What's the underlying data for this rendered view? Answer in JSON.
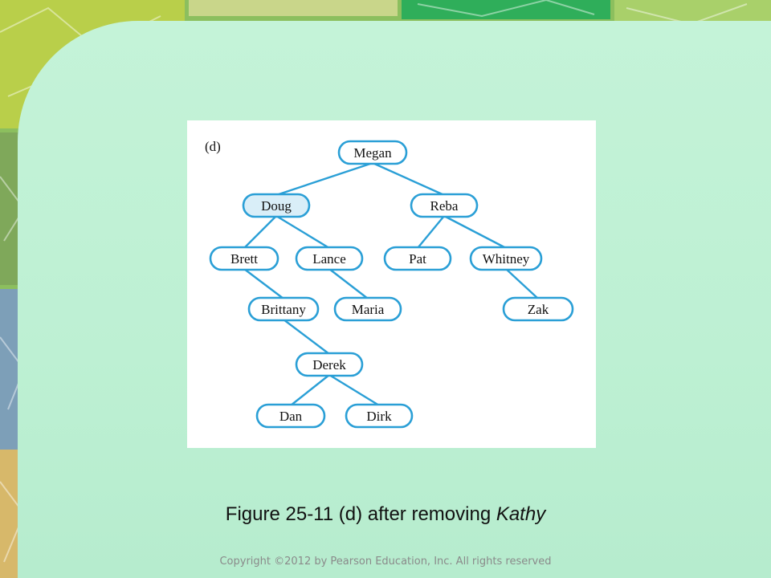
{
  "diagram": {
    "panel_label": "(d)",
    "nodes": [
      {
        "id": "megan",
        "label": "Megan",
        "highlight": false
      },
      {
        "id": "doug",
        "label": "Doug",
        "highlight": true
      },
      {
        "id": "reba",
        "label": "Reba",
        "highlight": false
      },
      {
        "id": "brett",
        "label": "Brett",
        "highlight": false
      },
      {
        "id": "lance",
        "label": "Lance",
        "highlight": false
      },
      {
        "id": "pat",
        "label": "Pat",
        "highlight": false
      },
      {
        "id": "whitney",
        "label": "Whitney",
        "highlight": false
      },
      {
        "id": "brittany",
        "label": "Brittany",
        "highlight": false
      },
      {
        "id": "maria",
        "label": "Maria",
        "highlight": false
      },
      {
        "id": "zak",
        "label": "Zak",
        "highlight": false
      },
      {
        "id": "derek",
        "label": "Derek",
        "highlight": false
      },
      {
        "id": "dan",
        "label": "Dan",
        "highlight": false
      },
      {
        "id": "dirk",
        "label": "Dirk",
        "highlight": false
      }
    ],
    "edges": [
      [
        "megan",
        "doug"
      ],
      [
        "megan",
        "reba"
      ],
      [
        "doug",
        "brett"
      ],
      [
        "doug",
        "lance"
      ],
      [
        "reba",
        "pat"
      ],
      [
        "reba",
        "whitney"
      ],
      [
        "brett",
        "brittany"
      ],
      [
        "lance",
        "maria"
      ],
      [
        "whitney",
        "zak"
      ],
      [
        "brittany",
        "derek"
      ],
      [
        "derek",
        "dan"
      ],
      [
        "derek",
        "dirk"
      ]
    ],
    "colors": {
      "stroke": "#2a9fd6",
      "fill": "#ffffff",
      "highlight_fill": "#d9eef8"
    }
  },
  "caption": {
    "prefix": "Figure 25-11 (d) after removing ",
    "emphasis": "Kathy"
  },
  "copyright": "Copyright ©2012 by Pearson Education, Inc. All rights reserved"
}
